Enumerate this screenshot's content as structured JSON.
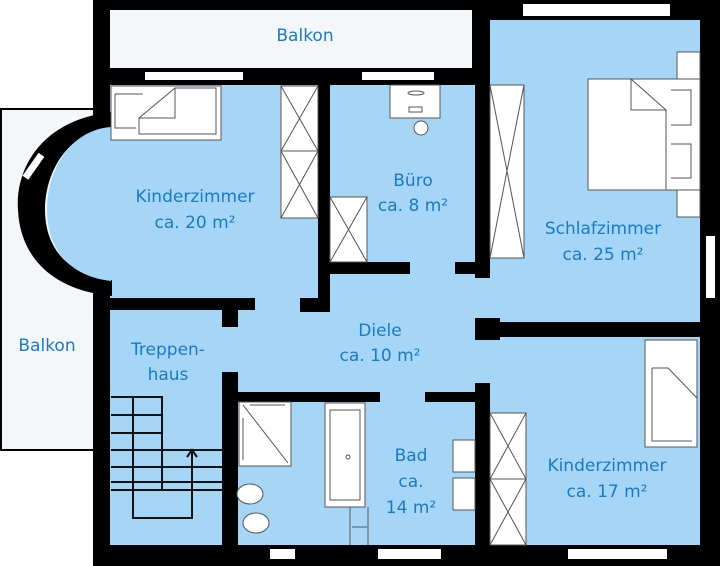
{
  "colors": {
    "room_fill": "#a6d6f7",
    "balcony_fill": "#f3f7fa",
    "wall": "#000000",
    "label": "#1a7ac4"
  },
  "balconies": {
    "top": "Balkon",
    "left": "Balkon"
  },
  "rooms": {
    "kinderzimmer_20": {
      "name": "Kinderzimmer",
      "area": "ca. 20 m²"
    },
    "buero": {
      "name": "Büro",
      "area": "ca. 8 m²"
    },
    "schlafzimmer": {
      "name": "Schlafzimmer",
      "area": "ca. 25 m²"
    },
    "treppenhaus": {
      "name": "Treppen-",
      "name2": "haus"
    },
    "diele": {
      "name": "Diele",
      "area": "ca. 10 m²"
    },
    "bad": {
      "name": "Bad",
      "area": "ca.",
      "area2": "14 m²"
    },
    "kinderzimmer_17": {
      "name": "Kinderzimmer",
      "area": "ca. 17 m²"
    }
  }
}
